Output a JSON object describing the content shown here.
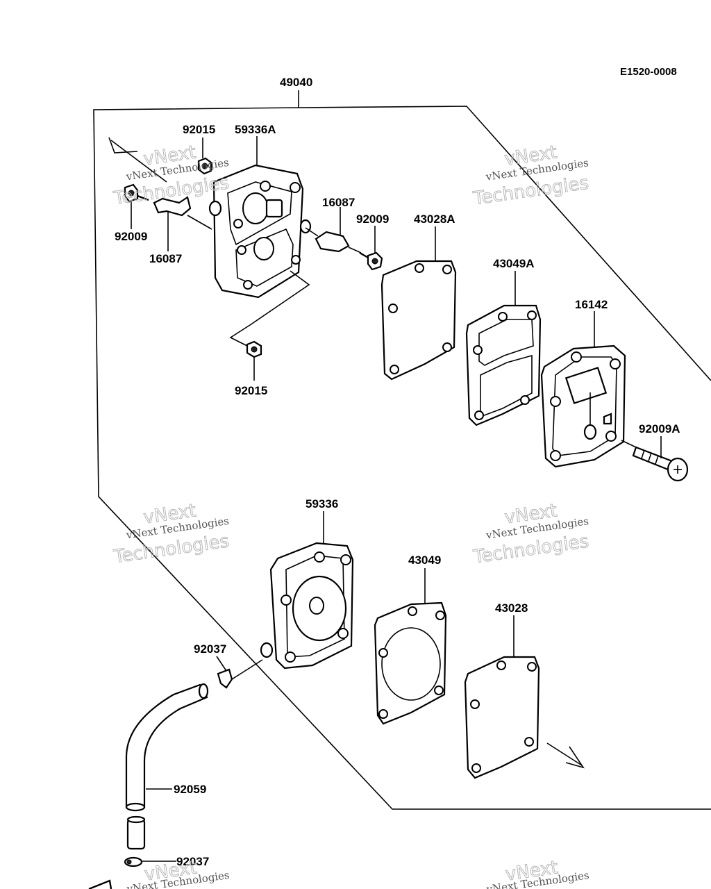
{
  "diagram": {
    "code": "E1520-0008",
    "labels": {
      "p49040": "49040",
      "p92015_top": "92015",
      "p59336A": "59336A",
      "p92009_left": "92009",
      "p16087_left": "16087",
      "p16087_right": "16087",
      "p92009_right": "92009",
      "p43028A": "43028A",
      "p43049A": "43049A",
      "p16142": "16142",
      "p92015_bottom": "92015",
      "p92009A": "92009A",
      "p59336": "59336",
      "p43049": "43049",
      "p43028": "43028",
      "p92037_top": "92037",
      "p92059": "92059",
      "p92037_bottom": "92037"
    },
    "watermark": {
      "line1": "vNext Technologies",
      "line2": "Technologies",
      "big": "vNext"
    }
  }
}
